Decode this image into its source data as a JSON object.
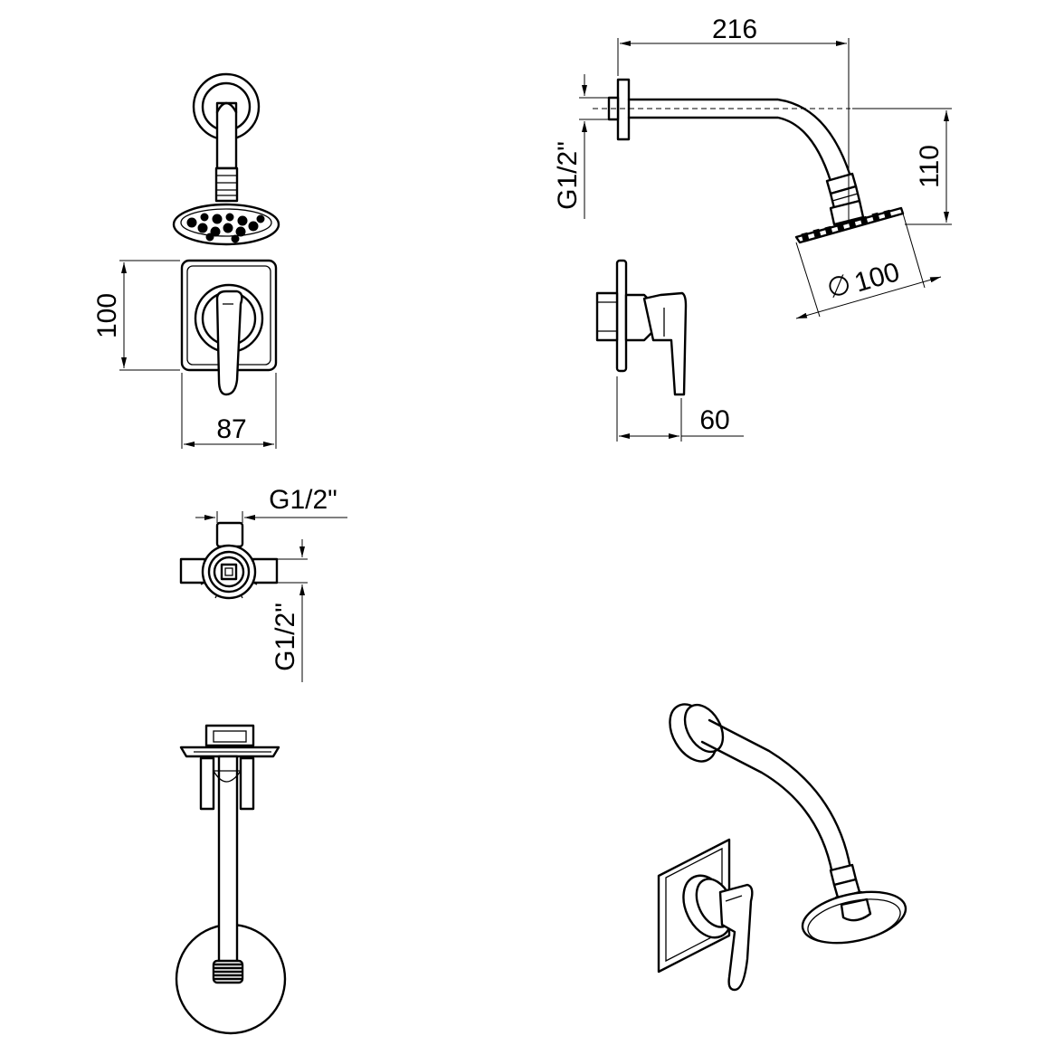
{
  "dimensions": {
    "arm_length": "216",
    "arm_drop": "110",
    "head_diameter": "100",
    "diameter_symbol": "∅",
    "valve_depth": "60",
    "plate_height": "100",
    "plate_width": "87",
    "arm_thread": "G1/2\"",
    "valve_thread_horizontal": "G1/2\"",
    "valve_thread_vertical": "G1/2\""
  }
}
